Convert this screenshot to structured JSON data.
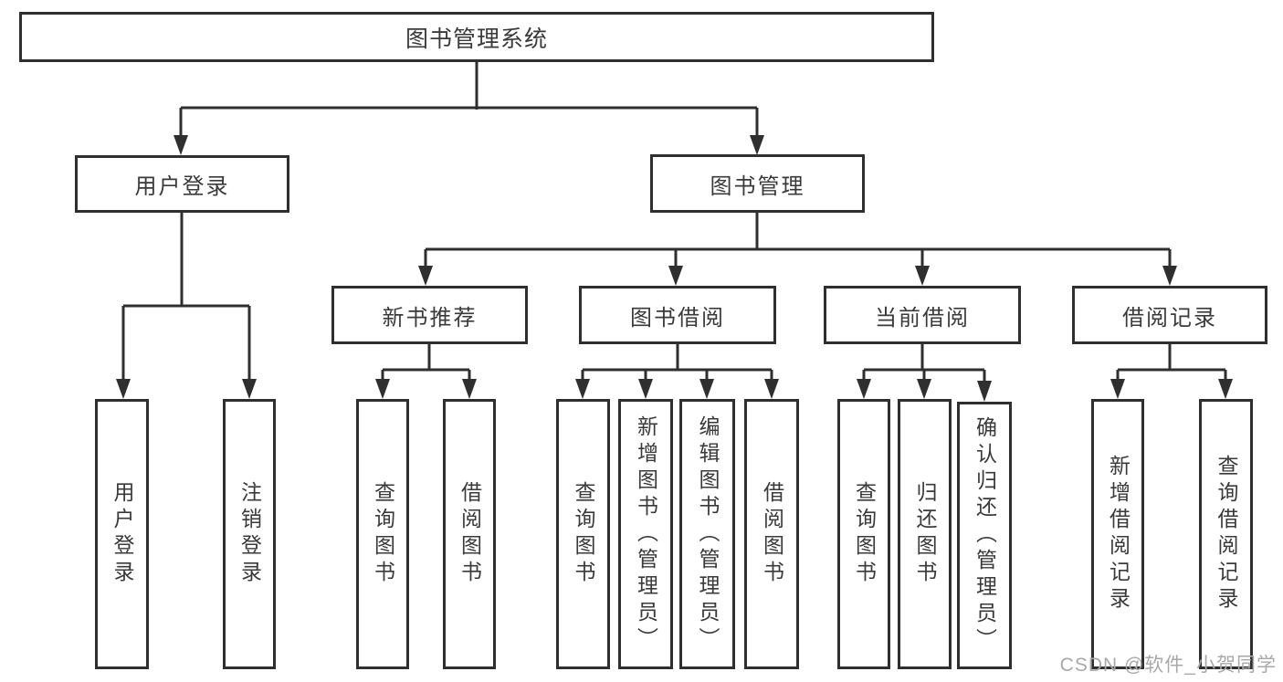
{
  "colors": {
    "line": "#2f2f2f",
    "text": "#3a3a3a",
    "box_background": "#ffffff",
    "watermark": "#a9a9a9"
  },
  "tree": {
    "root": {
      "label": "图书管理系统"
    },
    "level1": [
      {
        "label": "用户登录",
        "children": [
          "用户登录",
          "注销登录"
        ]
      },
      {
        "label": "图书管理"
      }
    ],
    "level2": [
      {
        "label": "新书推荐",
        "children": [
          "查询图书",
          "借阅图书"
        ]
      },
      {
        "label": "图书借阅",
        "children": [
          "查询图书",
          "新增图书（管理员）",
          "编辑图书（管理员）",
          "借阅图书"
        ]
      },
      {
        "label": "当前借阅",
        "children": [
          "查询图书",
          "归还图书",
          "确认归还（管理员）"
        ]
      },
      {
        "label": "借阅记录",
        "children": [
          "新增借阅记录",
          "查询借阅记录"
        ]
      }
    ]
  },
  "watermark": {
    "text": "CSDN @软件_小贺同学"
  }
}
